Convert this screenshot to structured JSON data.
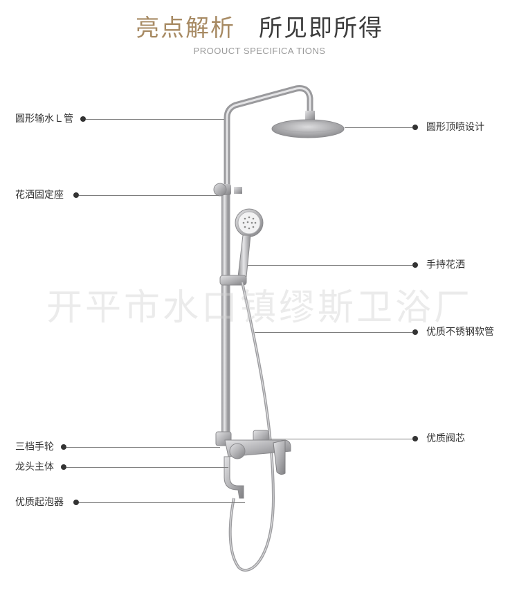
{
  "header": {
    "title_left": "亮点解析",
    "title_right": "所见即所得",
    "subtitle": "PROOUCT SPECIFICA TIONS",
    "title_left_color": "#a78a63",
    "title_right_color": "#3c3c3c"
  },
  "watermark": "开平市水口镇缪斯卫浴厂",
  "labels": {
    "pipe": "圆形输水Ｌ管",
    "holder": "花洒固定座",
    "knob": "三档手轮",
    "body": "龙头主体",
    "aerator": "优质起泡器",
    "top_spray": "圆形顶喷设计",
    "hand_shower": "手持花洒",
    "hose": "优质不锈钢软管",
    "valve": "优质阀芯"
  },
  "product": {
    "name": "shower-set-image",
    "material_color": "#b9b9bb"
  }
}
